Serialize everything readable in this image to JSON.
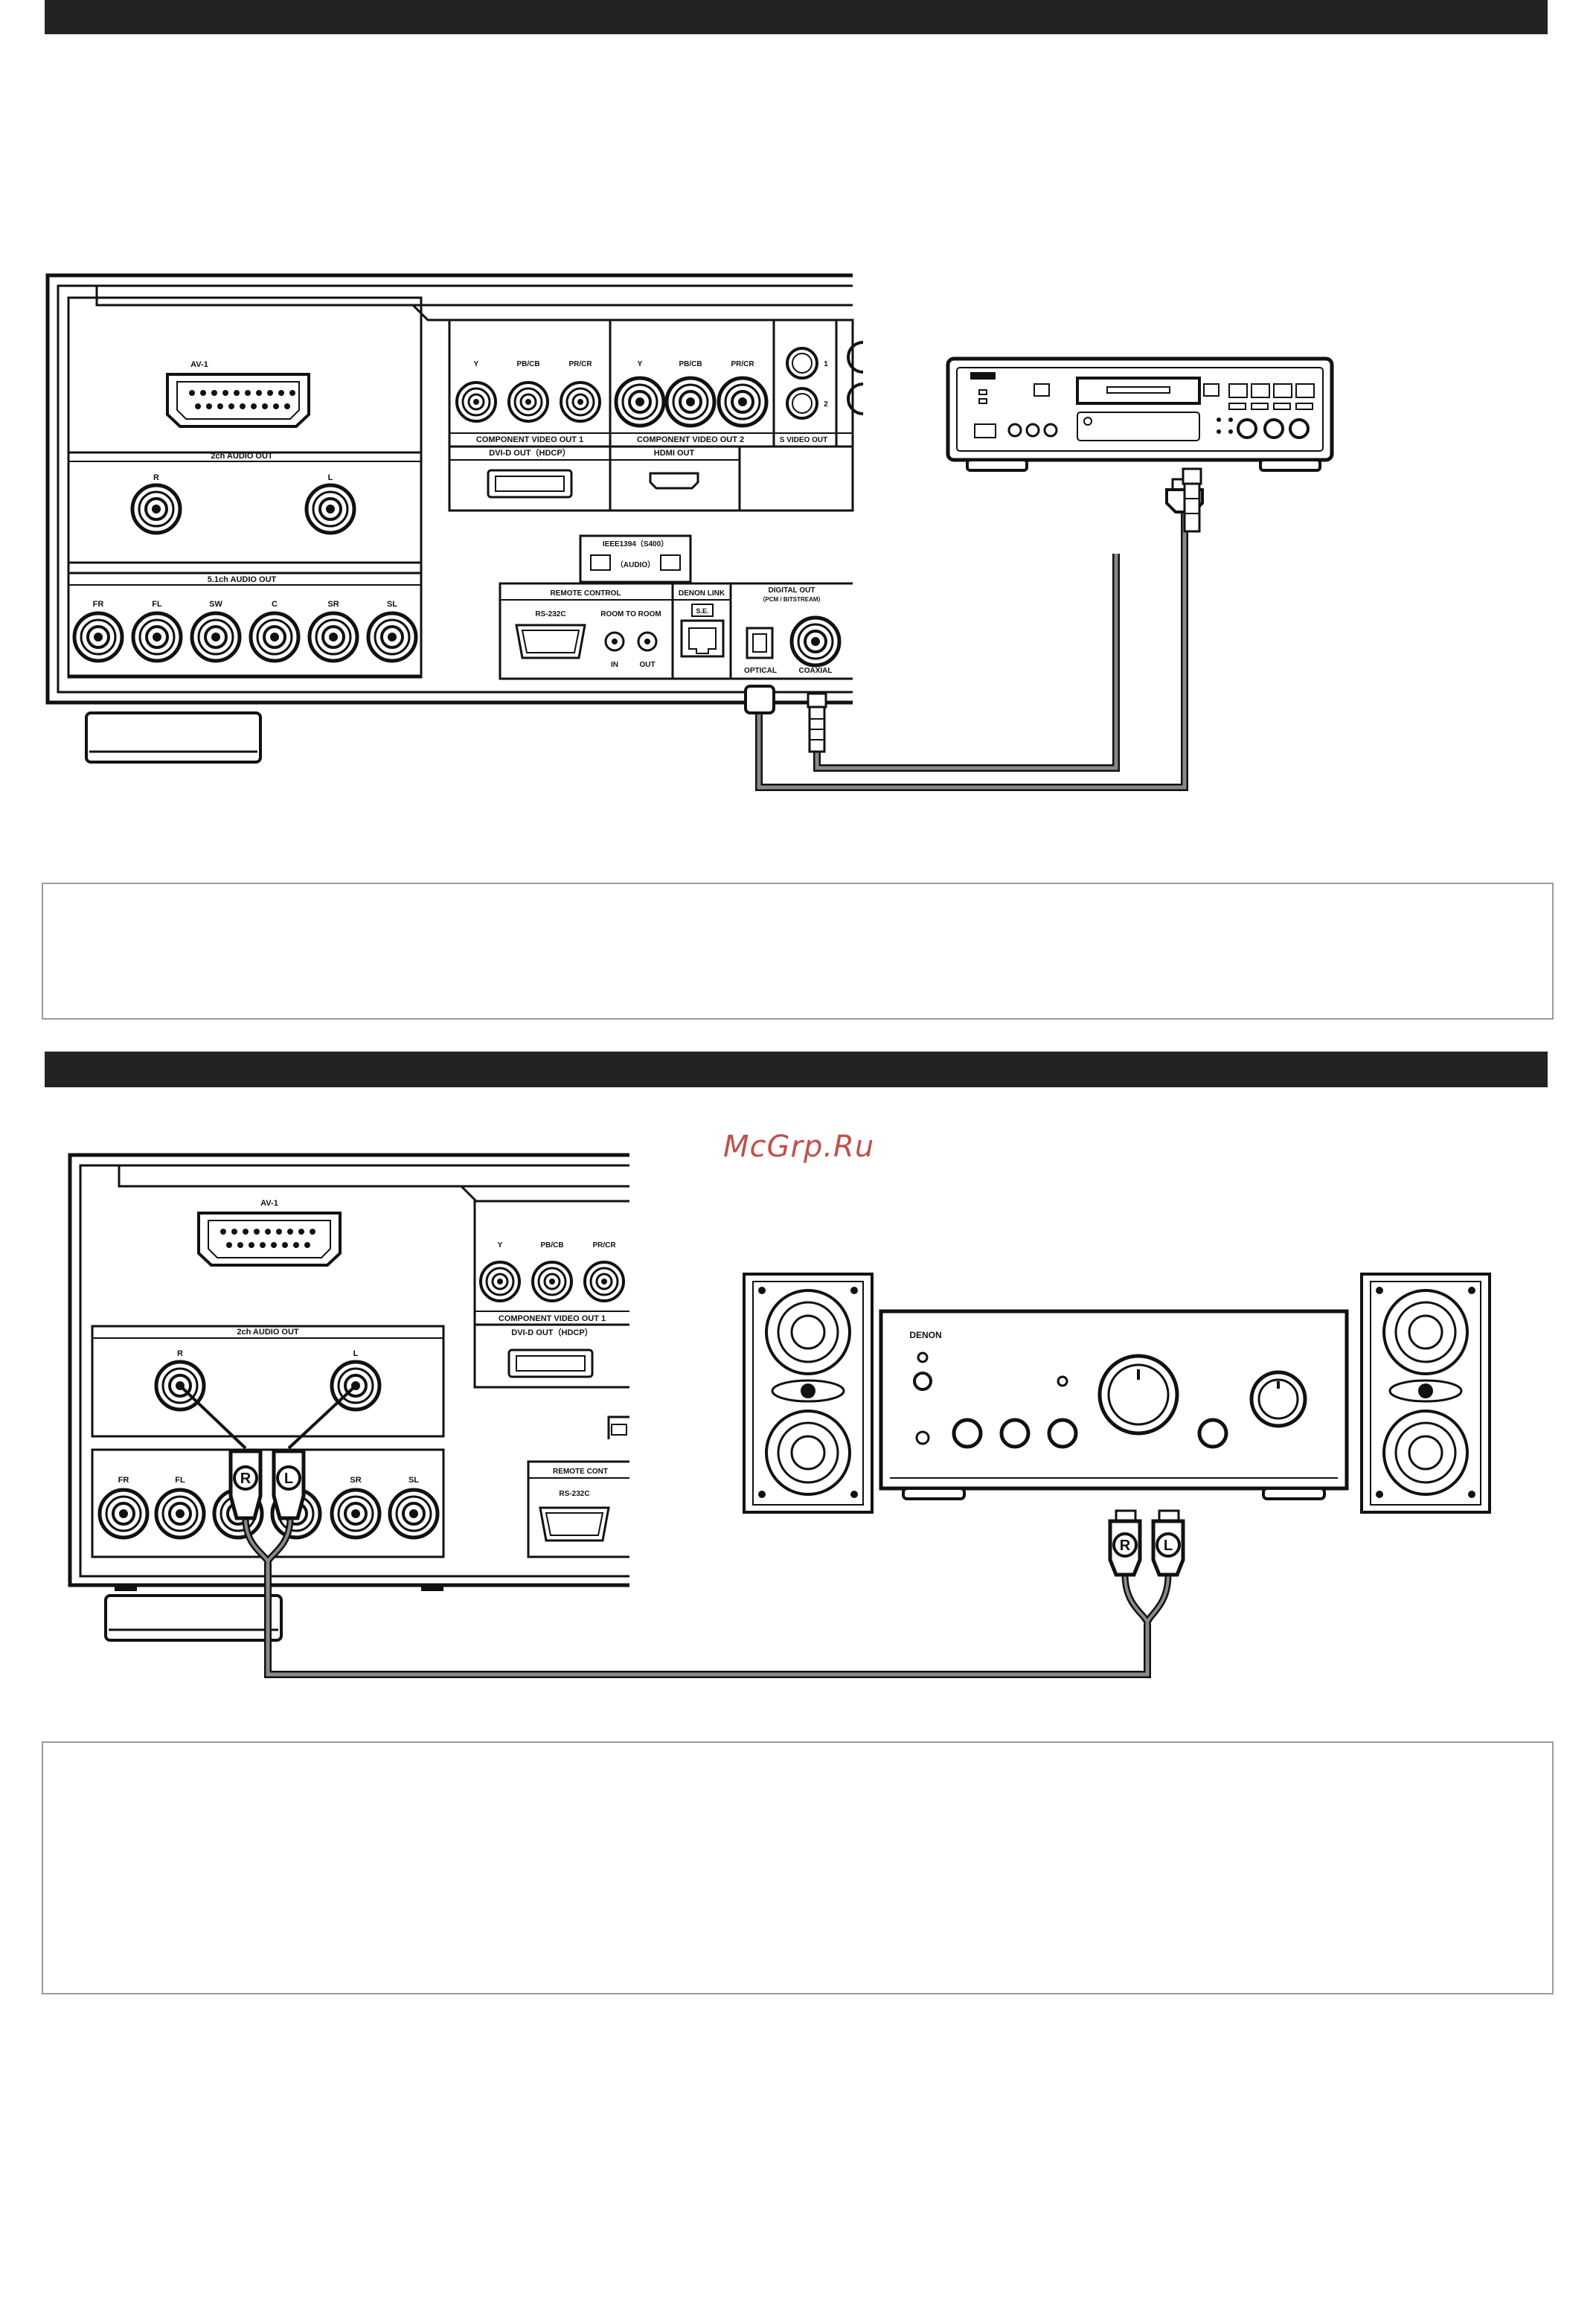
{
  "watermark": "McGrp.Ru",
  "panel": {
    "av1": "AV-1",
    "audio_2ch": "2ch AUDIO OUT",
    "audio_51ch": "5.1ch AUDIO OUT",
    "ch_r": "R",
    "ch_l": "L",
    "ch_51": [
      "FR",
      "FL",
      "SW",
      "C",
      "SR",
      "SL"
    ],
    "comp1_jacks": [
      "Y",
      "PB/CB",
      "PR/CR"
    ],
    "comp1": "COMPONENT  VIDEO  OUT  1",
    "comp2": "COMPONENT  VIDEO  OUT  2",
    "svideo": "S VIDEO OUT",
    "svideo_nums": [
      "1",
      "2"
    ],
    "dvi": "DVI-D  OUT（HDCP）",
    "hdmi": "HDMI  OUT",
    "ieee": "IEEE1394（S400）",
    "ieee_audio": "（AUDIO）",
    "remote": "REMOTE CONTROL",
    "remote_cut": "REMOTE CONT",
    "rs232c": "RS-232C",
    "room": "ROOM TO ROOM",
    "in": "IN",
    "out": "OUT",
    "denon_link": "DENON LINK",
    "se": "S.E.",
    "digital_out": "DIGITAL OUT",
    "pcm": "（PCM / BITSTREAM）",
    "optical": "OPTICAL",
    "coaxial": "COAXIAL"
  },
  "amp": {
    "brand": "DENON"
  },
  "plugs": {
    "r": "R",
    "l": "L"
  }
}
